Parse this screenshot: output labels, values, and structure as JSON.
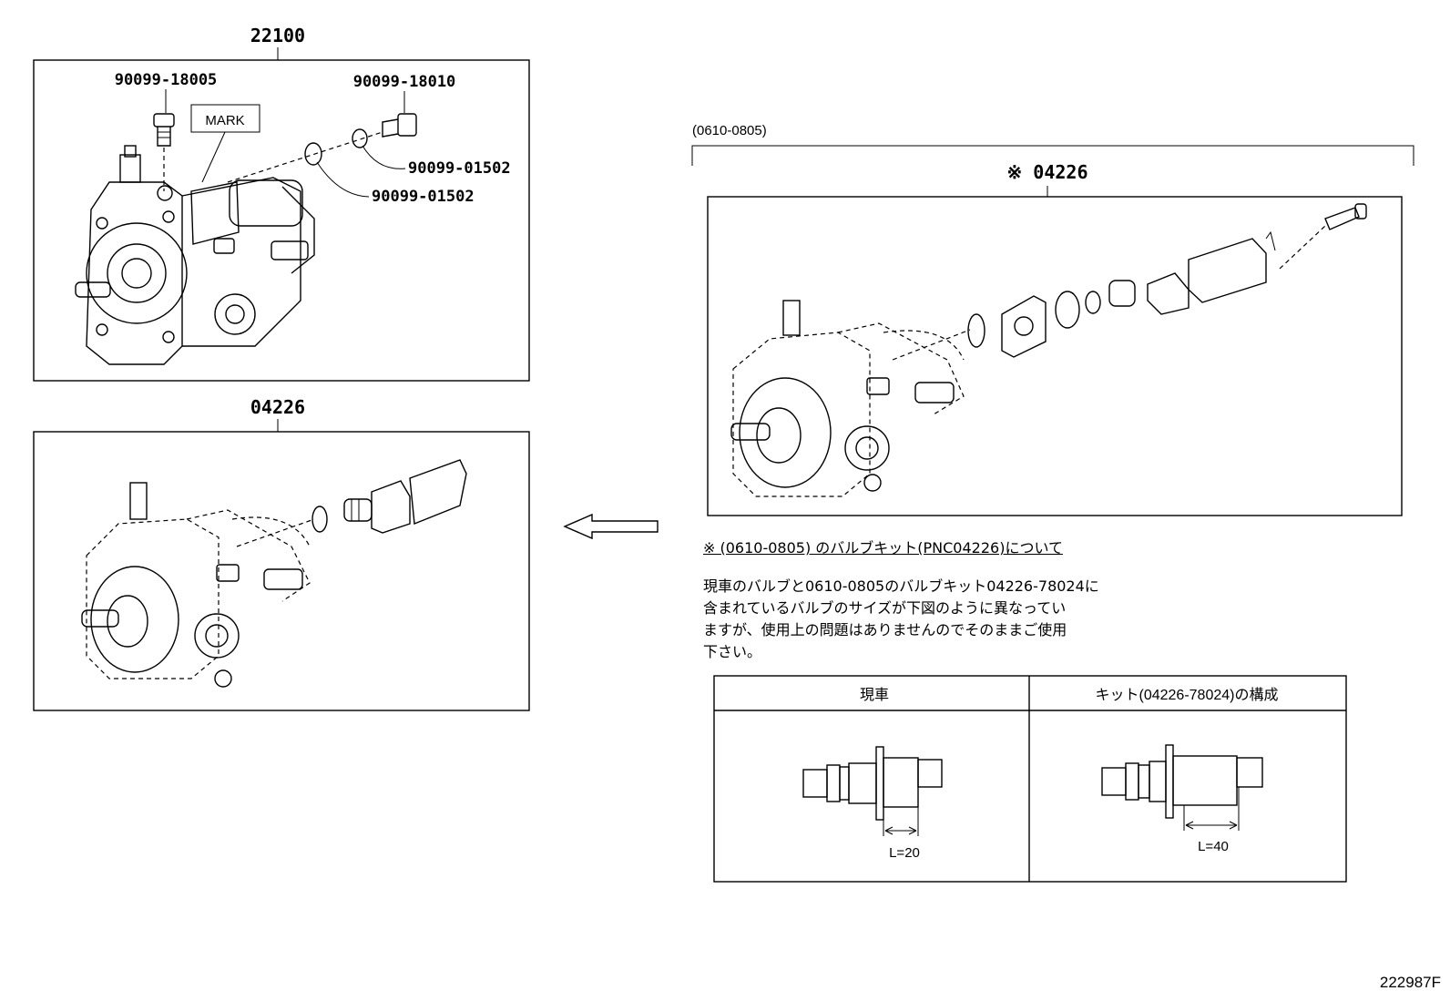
{
  "assembly": {
    "top_part": "22100",
    "callouts": {
      "plug": "90099-18005",
      "bolt": "90099-18010",
      "gasket_outer": "90099-01502",
      "gasket_inner": "90099-01502",
      "mark": "MARK"
    },
    "valve_part": "04226"
  },
  "kit": {
    "period": "(0610-0805)",
    "part_label": "※ 04226",
    "note_title": "※ (0610-0805) のバルブキット(PNC04226)について",
    "note_lines": [
      "現車のバルブと0610-0805のバルブキット04226-78024に",
      "含まれているバルブのサイズが下図のように異なってい",
      "ますが、使用上の問題はありませんのでそのままご使用",
      "下さい。"
    ],
    "table": {
      "col_current": "現車",
      "col_kit": "キット(04226-78024)の構成",
      "dim_current": "L=20",
      "dim_kit": "L=40"
    }
  },
  "figure_id": "222987F"
}
